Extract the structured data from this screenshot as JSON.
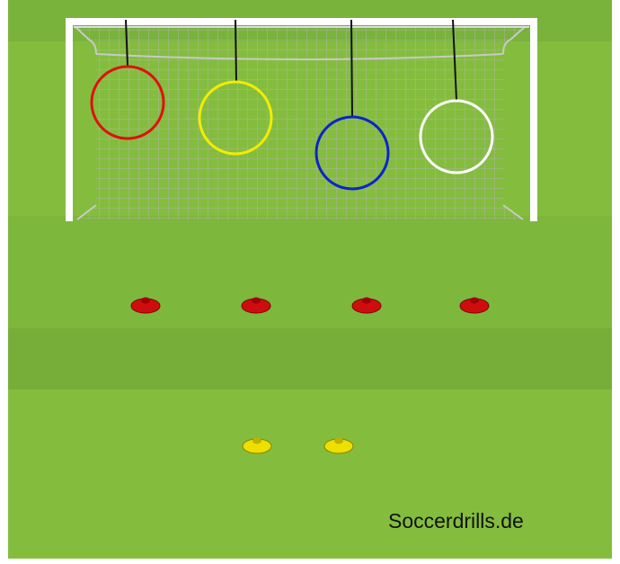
{
  "watermark": "Soccerdrills.de",
  "colors": {
    "field_light": "#86be3f",
    "field_dark": "#78b13a",
    "goal_frame": "#ffffff",
    "net": "#b7b7b7",
    "cone_red": "#e20f0f",
    "cone_yellow": "#f3e600"
  },
  "rings": [
    {
      "color": "red",
      "stroke": "#e01010"
    },
    {
      "color": "yellow",
      "stroke": "#f5ec00"
    },
    {
      "color": "blue",
      "stroke": "#0b25c9"
    },
    {
      "color": "white",
      "stroke": "#ffffff"
    }
  ],
  "cones": {
    "red_count": 4,
    "yellow_count": 2
  }
}
